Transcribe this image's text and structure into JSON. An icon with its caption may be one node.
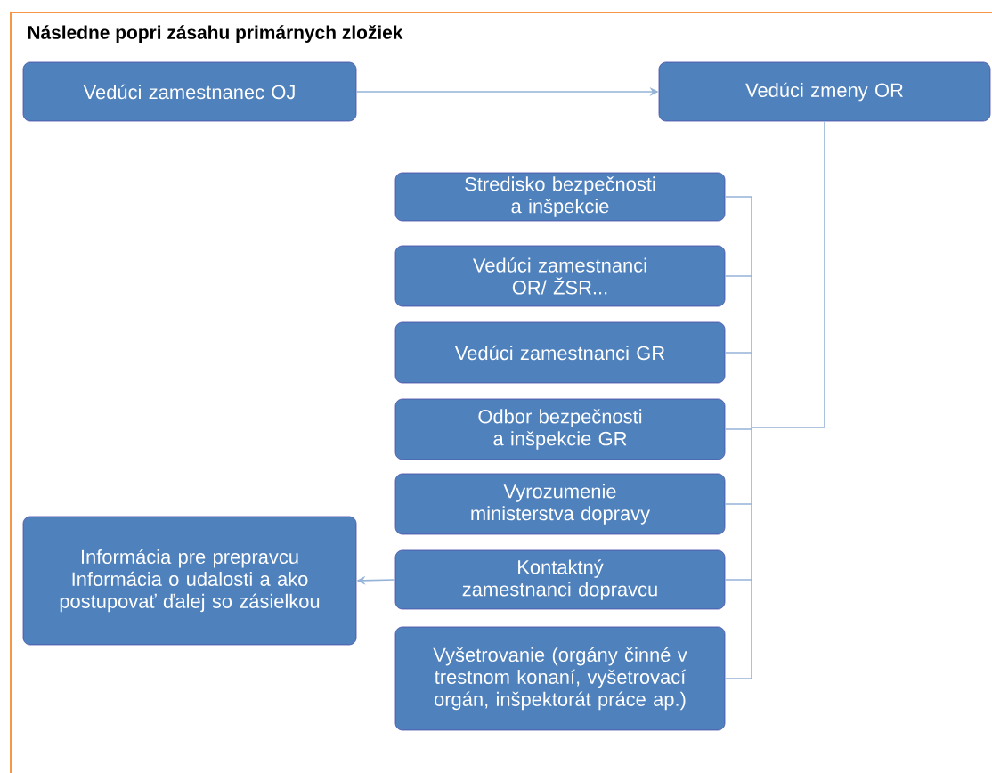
{
  "diagram": {
    "title": "Následne popri zásahu primárnych zložiek",
    "nodes": [
      {
        "text": [
          "Vedúci zamestnanec OJ"
        ]
      },
      {
        "text": [
          "Vedúci zmeny OR"
        ]
      },
      {
        "text": [
          "Stredisko bezpečnosti a inšpekcie"
        ]
      },
      {
        "text": [
          "Vedúci zamestnanci OR/ ŽSR..."
        ]
      },
      {
        "text": [
          "Vedúci zamestnanci GR"
        ]
      },
      {
        "text": [
          "Odbor bezpečnosti a inšpekcie GR"
        ]
      },
      {
        "text": [
          "Vyrozumenie ministerstva dopravy"
        ]
      },
      {
        "text": [
          "Informácia pre prepravcu Informácia o udalosti a ako postupovať ďalej so zásielkou"
        ]
      },
      {
        "text": [
          "Kontaktný zamestnanci dopravcu"
        ]
      },
      {
        "text": [
          "Vyšetrovanie (orgány činné v trestnom konaní, vyšetrovací orgán, inšpektorát práce ap.)"
        ]
      }
    ],
    "edges": [
      {
        "from": 0,
        "to": 1,
        "arrow": "to"
      },
      {
        "from": 1,
        "to": 2,
        "arrow": "none"
      },
      {
        "from": 1,
        "to": 3,
        "arrow": "none"
      },
      {
        "from": 1,
        "to": 4,
        "arrow": "none"
      },
      {
        "from": 1,
        "to": 5,
        "arrow": "none"
      },
      {
        "from": 1,
        "to": 6,
        "arrow": "none"
      },
      {
        "from": 1,
        "to": 8,
        "arrow": "none"
      },
      {
        "from": 1,
        "to": 9,
        "arrow": "none"
      },
      {
        "from": 8,
        "to": 7,
        "arrow": "to"
      }
    ]
  }
}
